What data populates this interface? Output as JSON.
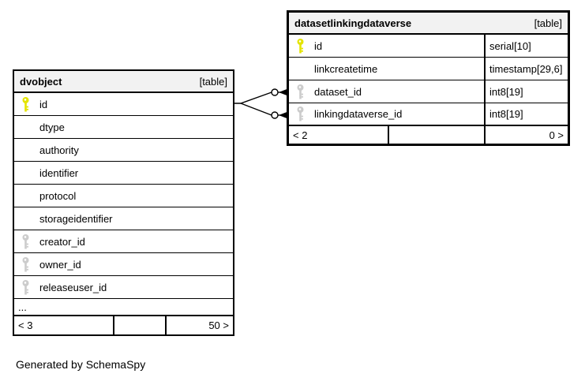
{
  "diagram": {
    "footer_note": "Generated by SchemaSpy"
  },
  "colors": {
    "primary_key_icon": "#e4e400",
    "foreign_key_icon": "#cccccc",
    "header_background": "#f2f2f2",
    "border": "#000000",
    "background": "#ffffff"
  },
  "tables": [
    {
      "name": "dvobject",
      "badge": "[table]",
      "columns": [
        {
          "name": "id",
          "key": "primary"
        },
        {
          "name": "dtype",
          "key": "none"
        },
        {
          "name": "authority",
          "key": "none"
        },
        {
          "name": "identifier",
          "key": "none"
        },
        {
          "name": "protocol",
          "key": "none"
        },
        {
          "name": "storageidentifier",
          "key": "none"
        },
        {
          "name": "creator_id",
          "key": "foreign"
        },
        {
          "name": "owner_id",
          "key": "foreign"
        },
        {
          "name": "releaseuser_id",
          "key": "foreign"
        }
      ],
      "ellipsis": "...",
      "footer": {
        "left": "< 3",
        "middle": "",
        "right": "50 >"
      }
    },
    {
      "name": "datasetlinkingdataverse",
      "badge": "[table]",
      "columns": [
        {
          "name": "id",
          "type": "serial[10]",
          "key": "primary"
        },
        {
          "name": "linkcreatetime",
          "type": "timestamp[29,6]",
          "key": "none"
        },
        {
          "name": "dataset_id",
          "type": "int8[19]",
          "key": "foreign"
        },
        {
          "name": "linkingdataverse_id",
          "type": "int8[19]",
          "key": "foreign"
        }
      ],
      "footer": {
        "left": "< 2",
        "middle": "",
        "right": "0 >"
      }
    }
  ],
  "relationships": [
    {
      "from": "dvobject.id",
      "to": "datasetlinkingdataverse.dataset_id"
    },
    {
      "from": "dvobject.id",
      "to": "datasetlinkingdataverse.linkingdataverse_id"
    }
  ]
}
